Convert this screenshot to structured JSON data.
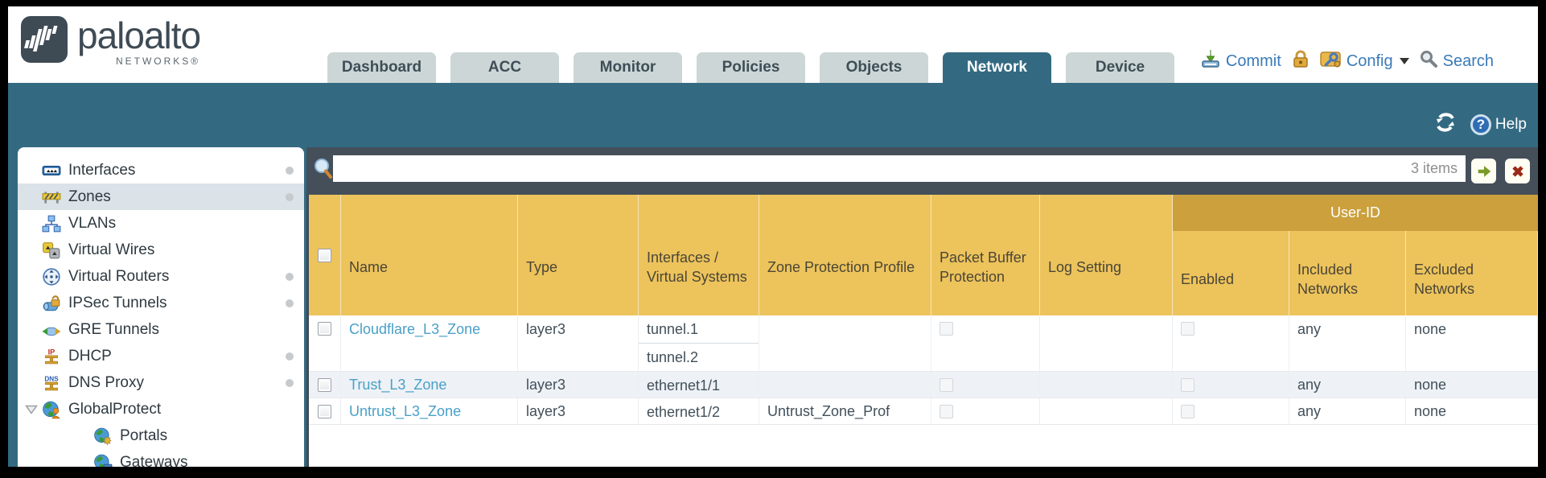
{
  "header": {
    "logo": {
      "brand": "paloalto",
      "sub": "NETWORKS®"
    },
    "tabs": [
      {
        "label": "Dashboard",
        "active": false
      },
      {
        "label": "ACC",
        "active": false
      },
      {
        "label": "Monitor",
        "active": false
      },
      {
        "label": "Policies",
        "active": false
      },
      {
        "label": "Objects",
        "active": false
      },
      {
        "label": "Network",
        "active": true
      },
      {
        "label": "Device",
        "active": false
      }
    ],
    "actions": {
      "commit": "Commit",
      "config": "Config",
      "search": "Search"
    }
  },
  "toolbar": {
    "help": "Help"
  },
  "filter": {
    "value": "",
    "count_label": "3 items"
  },
  "sidebar": {
    "items": [
      {
        "icon": "interfaces-icon",
        "label": "Interfaces",
        "dot": true,
        "selected": false,
        "indent": false,
        "caret": false
      },
      {
        "icon": "zones-icon",
        "label": "Zones",
        "dot": true,
        "selected": true,
        "indent": false,
        "caret": false
      },
      {
        "icon": "vlans-icon",
        "label": "VLANs",
        "dot": false,
        "selected": false,
        "indent": false,
        "caret": false
      },
      {
        "icon": "virtual-wires-icon",
        "label": "Virtual Wires",
        "dot": false,
        "selected": false,
        "indent": false,
        "caret": false
      },
      {
        "icon": "virtual-routers-icon",
        "label": "Virtual Routers",
        "dot": true,
        "selected": false,
        "indent": false,
        "caret": false
      },
      {
        "icon": "ipsec-tunnels-icon",
        "label": "IPSec Tunnels",
        "dot": true,
        "selected": false,
        "indent": false,
        "caret": false
      },
      {
        "icon": "gre-tunnels-icon",
        "label": "GRE Tunnels",
        "dot": false,
        "selected": false,
        "indent": false,
        "caret": false
      },
      {
        "icon": "dhcp-icon",
        "label": "DHCP",
        "dot": true,
        "selected": false,
        "indent": false,
        "caret": false
      },
      {
        "icon": "dns-proxy-icon",
        "label": "DNS Proxy",
        "dot": true,
        "selected": false,
        "indent": false,
        "caret": false
      },
      {
        "icon": "globalprotect-icon",
        "label": "GlobalProtect",
        "dot": false,
        "selected": false,
        "indent": false,
        "caret": true
      },
      {
        "icon": "portals-icon",
        "label": "Portals",
        "dot": false,
        "selected": false,
        "indent": true,
        "caret": false
      },
      {
        "icon": "gateways-icon",
        "label": "Gateways",
        "dot": false,
        "selected": false,
        "indent": true,
        "caret": false
      }
    ]
  },
  "table": {
    "group_header": "User-ID",
    "columns": [
      {
        "key": "select",
        "label": "",
        "grouped": false
      },
      {
        "key": "name",
        "label": "Name",
        "grouped": false
      },
      {
        "key": "type",
        "label": "Type",
        "grouped": false
      },
      {
        "key": "interfaces",
        "label": "Interfaces / Virtual Systems",
        "grouped": false
      },
      {
        "key": "zone_protection_profile",
        "label": "Zone Protection Profile",
        "grouped": false
      },
      {
        "key": "packet_buffer_protection",
        "label": "Packet Buffer Protection",
        "grouped": false
      },
      {
        "key": "log_setting",
        "label": "Log Setting",
        "grouped": false
      },
      {
        "key": "enabled",
        "label": "Enabled",
        "grouped": true
      },
      {
        "key": "included_networks",
        "label": "Included Networks",
        "grouped": true
      },
      {
        "key": "excluded_networks",
        "label": "Excluded Networks",
        "grouped": true
      }
    ],
    "rows": [
      {
        "name": "Cloudflare_L3_Zone",
        "type": "layer3",
        "interfaces": [
          "tunnel.1",
          "tunnel.2"
        ],
        "zone_protection_profile": "",
        "packet_buffer_protection": false,
        "log_setting": "",
        "enabled": false,
        "included_networks": "any",
        "excluded_networks": "none"
      },
      {
        "name": "Trust_L3_Zone",
        "type": "layer3",
        "interfaces": [
          "ethernet1/1"
        ],
        "zone_protection_profile": "",
        "packet_buffer_protection": false,
        "log_setting": "",
        "enabled": false,
        "included_networks": "any",
        "excluded_networks": "none"
      },
      {
        "name": "Untrust_L3_Zone",
        "type": "layer3",
        "interfaces": [
          "ethernet1/2"
        ],
        "zone_protection_profile": "Untrust_Zone_Prof",
        "packet_buffer_protection": false,
        "log_setting": "",
        "enabled": false,
        "included_networks": "any",
        "excluded_networks": "none"
      }
    ]
  },
  "colors": {
    "teal_band": "#336a82",
    "header_orange": "#edc35c",
    "group_band": "#cba03d",
    "link_blue": "#4aa0c8",
    "slate_toolbar": "#454f5a",
    "tab_inactive": "#ccd6d6",
    "action_blue": "#3a7ab8",
    "row_alt": "#eef2f6",
    "sidebar_selected": "#dbe2e8"
  }
}
